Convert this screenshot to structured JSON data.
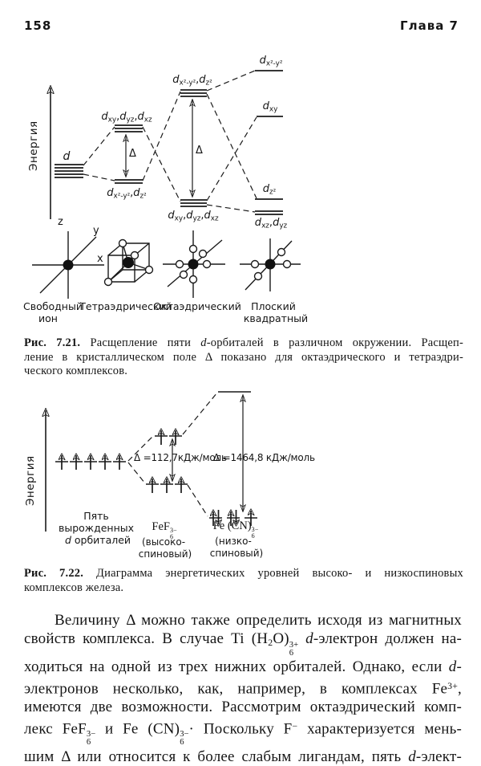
{
  "page_header": {
    "page_number": "158",
    "chapter": "Глава 7"
  },
  "fig721": {
    "axis_label": "Энергия",
    "levels": {
      "free": "~{d}",
      "tetra_upper": "~{d}_{xy},~{d}_{yz},~{d}_{xz}",
      "tetra_lower": "~{d}_{x²-y²},~{d}_{z²}",
      "octa_upper": "~{d}_{x²-y²},~{d}_{z²}",
      "octa_lower": "~{d}_{xy},~{d}_{yz},~{d}_{xz}",
      "sq_dx2y2": "~{d}_{x²-y²}",
      "sq_dxy": "~{d}_{xy}",
      "sq_dz2": "~{d}_{z²}",
      "sq_dxzdyz": "~{d}_{xz},~{d}_{yz}"
    },
    "delta_tetra": "Δ",
    "delta_octa": "Δ",
    "axes": {
      "z": "z",
      "y": "y",
      "x": "x"
    },
    "structures": {
      "free_l1": "Свободный",
      "free_l2": "ион",
      "tetra": "Тетраэдрический",
      "octa": "Октаэдрический",
      "square_l1": "Плоский",
      "square_l2": "квадратный"
    }
  },
  "caption721": {
    "lines": [
      "*{Рис. 7.21.} Расщепление пяти ~{d}-орбиталей в различном окружении. Расщеп-",
      "ление в кристаллическом поле Δ показано для октаэдрического и тетраэдри-",
      "ческого комплексов."
    ]
  },
  "fig722": {
    "axis_label": "Энергия",
    "delta_high_spin": "Δ =112,7кДж/моль",
    "delta_low_spin": "Δ =1464,8 кДж/моль",
    "left_label_l1": "Пять",
    "left_label_l2": "вырожденных",
    "left_label_l3": "~{d} орбиталей",
    "high_spin_formula": "FeF&{3−|6}",
    "high_spin_note_l1": "(высоко-",
    "high_spin_note_l2": "спиновый)",
    "low_spin_formula": "Fe (CN)&{3−|6}",
    "low_spin_note_l1": "(низко-",
    "low_spin_note_l2": "спиновый)"
  },
  "caption722": {
    "lines": [
      "*{Рис. 7.22.} Диаграмма энергетических уровней высоко- и низкоспиновых",
      "комплексов железа."
    ]
  },
  "body": {
    "lines": [
      "Величину Δ можно также определить исходя из магнитных",
      "свойств комплекса. В случае Ti (H_{2}O)&{3+|6} ~{d}-электрон должен на-",
      "ходиться на одной из трех нижних орбиталей. Однако, если ~{d}-",
      "электронов несколько, как, например, в комплексах Fe^{3+},",
      "имеются две возможности. Рассмотрим октаэдрический комп-",
      "лекс FeF&{3−|6} и Fe (CN)&{3−|6}· Поскольку F^{−} характеризуется мень-",
      "шим Δ или относится к более слабым лигандам, пять ~{d}-элект-"
    ]
  }
}
